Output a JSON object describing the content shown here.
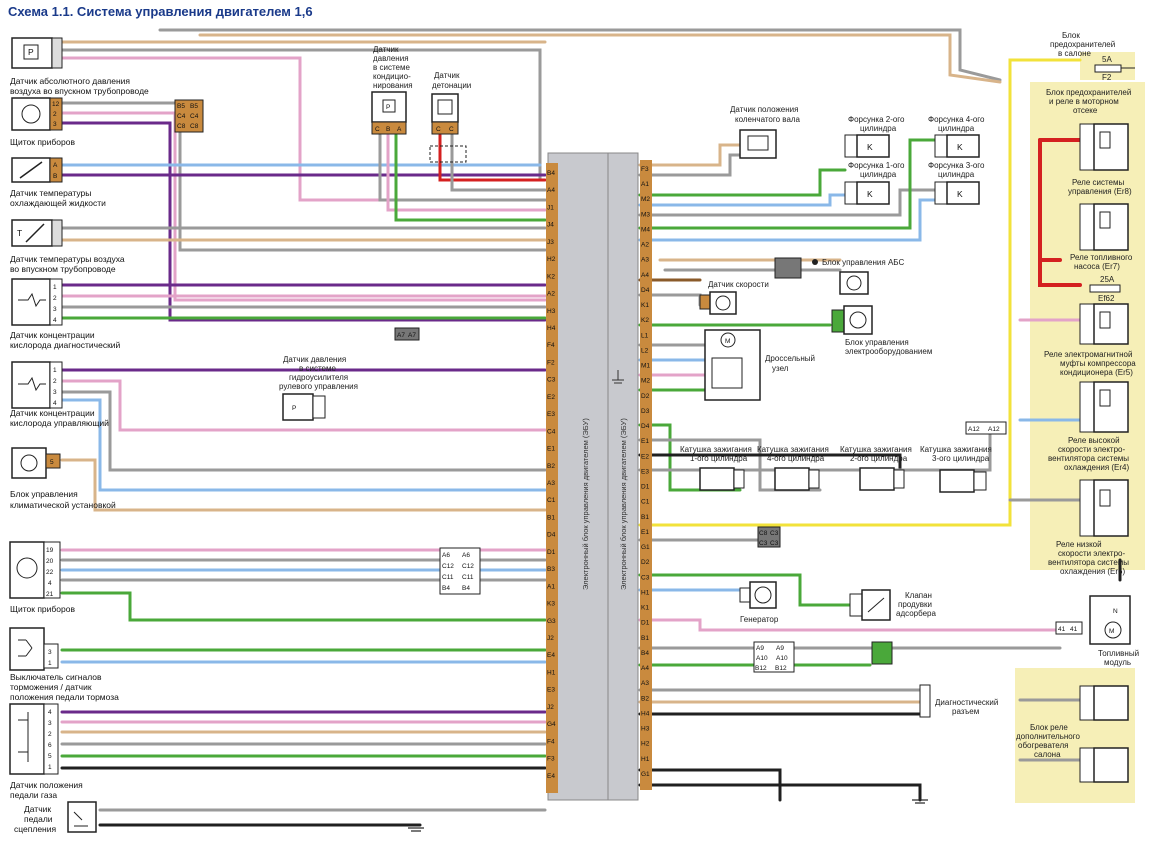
{
  "title": "Схема 1.1. Система управления двигателем 1,6",
  "ecu": {
    "label": "Электронный блок управления двигателем (ЭБУ)"
  },
  "left_components": [
    {
      "id": "map",
      "lines": [
        "Датчик абсолютного давления",
        "воздуха во впускном трубопроводе"
      ],
      "symbol": "P"
    },
    {
      "id": "dash1",
      "lines": [
        "Щиток приборов"
      ],
      "pins": [
        "12",
        "2",
        "3"
      ]
    },
    {
      "id": "coolant",
      "lines": [
        "Датчик температуры",
        "охлаждающей жидкости"
      ],
      "pins": [
        "A",
        "B"
      ]
    },
    {
      "id": "iat",
      "lines": [
        "Датчик температуры воздуха",
        "во впускном трубопроводе"
      ],
      "symbol": "T"
    },
    {
      "id": "o2diag",
      "lines": [
        "Датчик концентрации",
        "кислорода диагностический"
      ],
      "pins": [
        "1",
        "2",
        "3",
        "4"
      ]
    },
    {
      "id": "o2ctrl",
      "lines": [
        "Датчик концентрации",
        "кислорода управляющий"
      ],
      "pins": [
        "1",
        "2",
        "3",
        "4"
      ]
    },
    {
      "id": "climate",
      "lines": [
        "Блок управления",
        "климатической установкой"
      ],
      "pins": [
        "5"
      ]
    },
    {
      "id": "dash2",
      "lines": [
        "Щиток приборов"
      ],
      "pins": [
        "19",
        "20",
        "22",
        "4",
        "21"
      ]
    },
    {
      "id": "brake",
      "lines": [
        "Выключатель сигналов",
        "торможения / датчик",
        "положения педали тормоза"
      ],
      "pins": [
        "3",
        "1"
      ]
    },
    {
      "id": "pedal",
      "lines": [
        "Датчик положения",
        "педали газа"
      ],
      "pins": [
        "4",
        "3",
        "2",
        "6",
        "5",
        "1"
      ]
    },
    {
      "id": "clutch",
      "lines": [
        "Датчик",
        "педали",
        "сцепления"
      ]
    }
  ],
  "top_components": {
    "ac_pressure": {
      "lines": [
        "Датчик",
        "давления",
        "в системе",
        "кондицио-",
        "нирования"
      ],
      "pins": [
        "C",
        "B",
        "A"
      ]
    },
    "knock": {
      "lines": [
        "Датчик",
        "детонации"
      ],
      "pins": [
        "C",
        "C"
      ]
    },
    "crank": {
      "lines": [
        "Датчик положения",
        "коленчатого вала"
      ]
    },
    "inj2": {
      "lines": [
        "Форсунка 2-ого",
        "цилиндра"
      ]
    },
    "inj4": {
      "lines": [
        "Форсунка 4-ого",
        "цилиндра"
      ]
    },
    "inj1": {
      "lines": [
        "Форсунка 1-ого",
        "цилиндра"
      ]
    },
    "inj3": {
      "lines": [
        "Форсунка 3-ого",
        "цилиндра"
      ]
    }
  },
  "middle_components": {
    "abs": "Блок управления АБС",
    "speed": "Датчик скорости",
    "elec_unit": [
      "Блок управления",
      "электрооборудованием"
    ],
    "throttle": [
      "Дроссельный",
      "узел"
    ],
    "ps_pressure": [
      "Датчик давления",
      "в системе",
      "гидроусилителя",
      "рулевого управления"
    ],
    "coil1": [
      "Катушка зажигания",
      "1-ого цилиндра"
    ],
    "coil4": [
      "Катушка зажигания",
      "4-ого цилиндра"
    ],
    "coil2": [
      "Катушка зажигания",
      "2-ого цилиндра"
    ],
    "coil3": [
      "Катушка зажигания",
      "3-ого цилиндра"
    ],
    "generator": "Генератор",
    "canister": [
      "Клапан",
      "продувки",
      "адсорбера"
    ],
    "diag": [
      "Диагностический",
      "разъем"
    ]
  },
  "right_components": {
    "cabin_fuse": {
      "lines": [
        "Блок",
        "предохранителей",
        "в салоне"
      ],
      "fuse": "5A",
      "fuse_id": "F2"
    },
    "engine_fuse": {
      "lines": [
        "Блок предохранителей",
        "и реле в моторном",
        "отсеке"
      ]
    },
    "relay_main": [
      "Реле системы",
      "управления (Er8)"
    ],
    "relay_fuel": [
      "Реле топливного",
      "насоса (Er7)"
    ],
    "fuse_f62": {
      "rating": "25A",
      "id": "Ef62"
    },
    "relay_ac": [
      "Реле электромагнитной",
      "муфты компрессора",
      "кондиционера (Er5)"
    ],
    "relay_high": [
      "Реле высокой",
      "скорости электро-",
      "вентилятора системы",
      "охлаждения (Er4)"
    ],
    "relay_low": [
      "Реле низкой",
      "скорости электро-",
      "вентилятора системы",
      "охлаждения (Er6)"
    ],
    "fuel_module": [
      "Топливный",
      "модуль"
    ],
    "heater_relay": [
      "Блок реле",
      "дополнительного",
      "обогревателя",
      "салона"
    ]
  },
  "connector_labels": {
    "c_b5": [
      "B5",
      "B5"
    ],
    "c_c4": [
      "C4",
      "C4"
    ],
    "c_c8": [
      "C8",
      "C8"
    ],
    "a7": [
      "A7",
      "A7"
    ],
    "a12": [
      "A12",
      "A12"
    ],
    "c8c3": [
      "C8",
      "C3"
    ],
    "c3c3": [
      "C3",
      "C3"
    ],
    "left_conn": [
      [
        "A6",
        "A6"
      ],
      [
        "C12",
        "C12"
      ],
      [
        "C11",
        "C11"
      ],
      [
        "B4",
        "B4"
      ]
    ],
    "bottom_conn": [
      [
        "A9",
        "A9"
      ],
      [
        "A10",
        "A10"
      ],
      [
        "B12",
        "B12"
      ]
    ],
    "f41": [
      "41",
      "41"
    ]
  },
  "ecu_left_pins": [
    "B4",
    "A4",
    "J1",
    "J4",
    "J3",
    "H2",
    "K2",
    "A2",
    "H3",
    "H4",
    "F4",
    "F2",
    "C3",
    "E2",
    "E3",
    "C4",
    "E1",
    "B2",
    "A3",
    "C1",
    "B1",
    "D4",
    "D1",
    "B3",
    "A1",
    "K3",
    "G3",
    "J2",
    "E4",
    "H1",
    "E3",
    "J2",
    "G4",
    "F4",
    "F3",
    "E4"
  ],
  "ecu_right_pins": [
    "F3",
    "A1",
    "M2",
    "M3",
    "M4",
    "A2",
    "A3",
    "A4",
    "D4",
    "K1",
    "K2",
    "L1",
    "L2",
    "M1",
    "M2",
    "D2",
    "D3",
    "D4",
    "E1",
    "E2",
    "E3",
    "D1",
    "C1",
    "B1",
    "E1",
    "G1",
    "D2",
    "C3",
    "H1",
    "K1",
    "D1",
    "B1",
    "B4",
    "A4",
    "A3",
    "B2",
    "H4",
    "H3",
    "H2",
    "H1",
    "G1"
  ],
  "colors": {
    "title": "#1a3a8a",
    "ecu": "#c8c9ce",
    "connector": "#c98a3e",
    "highlight": "#f6efb7",
    "wire_red": "#d42020",
    "wire_green": "#4aa83a",
    "wire_purple": "#6a2a8a",
    "wire_blue": "#8ab8e8",
    "wire_pink": "#e3a3c8",
    "wire_yellow": "#f2e23a",
    "wire_tan": "#d8b48a",
    "wire_gray": "#9a9a9a",
    "wire_black": "#202020",
    "wire_brown": "#8a5a2a"
  }
}
